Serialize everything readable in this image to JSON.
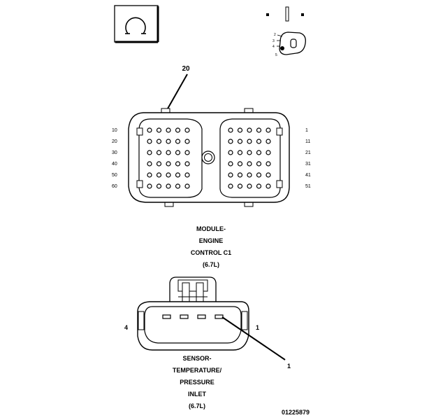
{
  "ecm_connector": {
    "callout": "20",
    "left_pin_labels": [
      "10",
      "20",
      "30",
      "40",
      "50",
      "60"
    ],
    "right_pin_labels": [
      "1",
      "11",
      "21",
      "31",
      "41",
      "51"
    ],
    "label_lines": [
      "MODULE-",
      "ENGINE",
      "CONTROL C1",
      "(6.7L)"
    ]
  },
  "sensor_connector": {
    "left_pin": "4",
    "right_pin": "1",
    "callout": "1",
    "label_lines": [
      "SENSOR-",
      "TEMPERATURE/",
      "PRESSURE",
      "INLET",
      "(6.7L)"
    ]
  },
  "figure_id": "01225879"
}
